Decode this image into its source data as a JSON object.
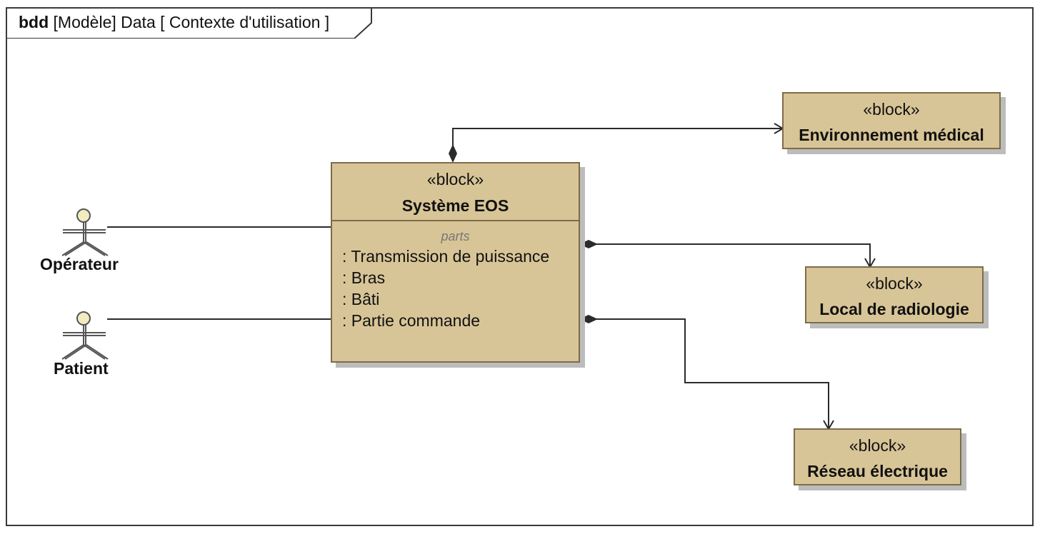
{
  "frame": {
    "kind": "bdd",
    "title": "[Modèle] Data [ Contexte d'utilisation ]"
  },
  "stereotype": "«block»",
  "main_block": {
    "name": "Système EOS",
    "compartment": "parts",
    "parts": [
      ": Transmission de puissance",
      ": Bras",
      ": Bâti",
      ": Partie commande"
    ]
  },
  "blocks": [
    {
      "name": "Environnement médical"
    },
    {
      "name": "Local de radiologie"
    },
    {
      "name": "Réseau électrique"
    }
  ],
  "actors": [
    {
      "name": "Opérateur"
    },
    {
      "name": "Patient"
    }
  ],
  "colors": {
    "block_fill": "#d8c597",
    "block_border": "#7d6b4a",
    "actor_head": "#f2ecc0",
    "line": "#2b2b2b"
  }
}
